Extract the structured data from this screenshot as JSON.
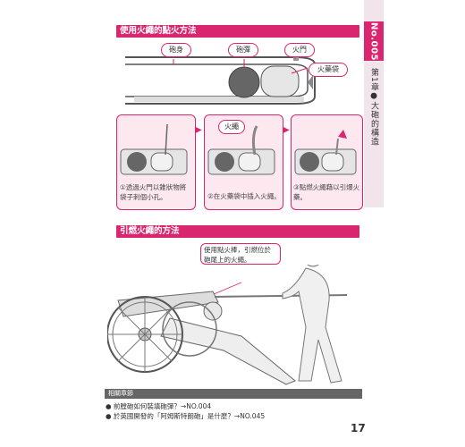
{
  "sections": {
    "method": "使用火繩的點火方法",
    "firing": "引燃火繩的方法"
  },
  "labels": {
    "barrel": "砲身",
    "ball": "砲彈",
    "vent": "火門",
    "powder_bag": "火藥袋",
    "match": "火繩"
  },
  "steps": [
    "①透過火門以錐狀物將袋子刺個小孔。",
    "②在火藥袋中插入火繩。",
    "③點燃火繩藉以引爆火藥。"
  ],
  "callout": "使用點火棒，引燃位於砲尾上的火繩。",
  "side": {
    "tab": "No.005",
    "chapter": "第1章●大砲的構造"
  },
  "related": {
    "title": "相關章節",
    "items": [
      "● 前膛砲如何裝填砲彈？→NO.004",
      "● 於英國開發的「阿姆斯特朗砲」是什麼？→NO.045"
    ]
  },
  "page_number": "17",
  "colors": {
    "accent": "#d9266e",
    "side_bg": "#f1e4ea"
  }
}
